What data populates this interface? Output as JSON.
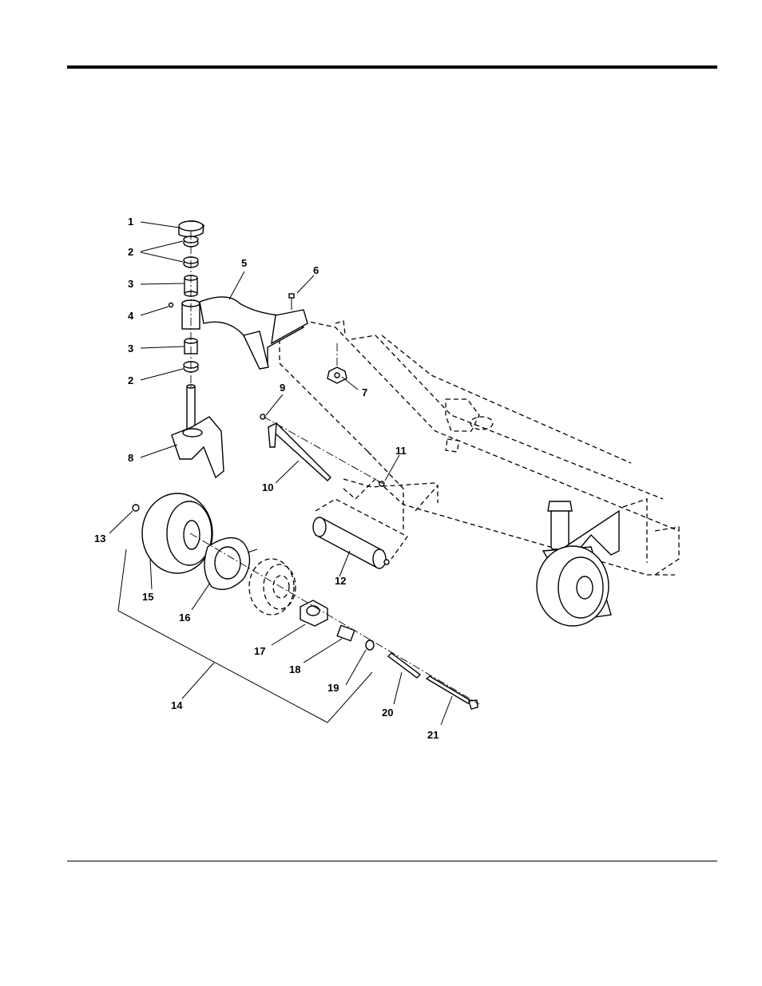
{
  "diagram": {
    "callouts": [
      "1",
      "2",
      "3",
      "4",
      "5",
      "6",
      "7",
      "8",
      "9",
      "10",
      "11",
      "12",
      "13",
      "14",
      "15",
      "16",
      "17",
      "18",
      "19",
      "20",
      "21"
    ],
    "label_2_repeat": "2",
    "label_3_repeat": "3"
  }
}
